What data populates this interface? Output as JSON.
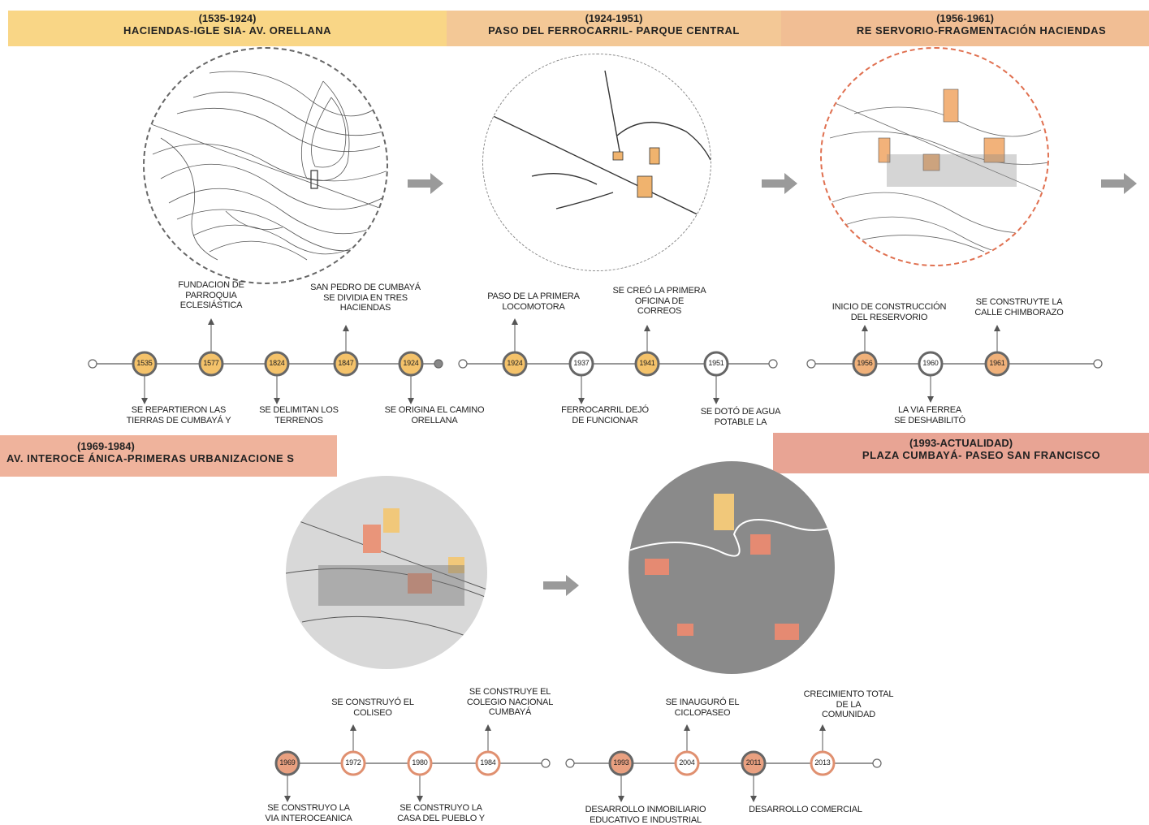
{
  "colors": {
    "banner1": "#f9d686",
    "banner2": "#f3c896",
    "banner3": "#f1be94",
    "banner4": "#efb39c",
    "banner5": "#e8a494",
    "node_fill_1": "#f4c26a",
    "node_fill_2": "#f0b17a",
    "node_fill_3": "#e9a080",
    "line": "#777777",
    "arrow": "#9a9a9a"
  },
  "periods": [
    {
      "years": "(1535-1924)",
      "name": "HACIENDAS-IGLE SIA- AV. ORELLANA"
    },
    {
      "years": "(1924-1951)",
      "name": "PASO DEL FERROCARRIL- PARQUE CENTRAL"
    },
    {
      "years": "(1956-1961)",
      "name": "RE SERVORIO-FRAGMENTACIÓN HACIENDAS"
    },
    {
      "years": "(1969-1984)",
      "name": "AV. INTEROCE ÁNICA-PRIMERAS URBANIZACIONE S"
    },
    {
      "years": "(1993-ACTUALIDAD)",
      "name": "PLAZA CUMBAYÁ- PASEO SAN FRANCISCO"
    }
  ],
  "timeline1": {
    "nodes": [
      "1535",
      "1577",
      "1824",
      "1847",
      "1924"
    ],
    "events_above": [
      {
        "text": "FUNDACION DE\nPARROQUIA\nECLESIÁSTICA"
      },
      {
        "text": "SAN PEDRO DE CUMBAYÁ\nSE DIVIDIA EN TRES\nHACIENDAS"
      }
    ],
    "events_below": [
      {
        "text": "SE REPARTIERON LAS\nTIERRAS DE CUMBAYÁ Y"
      },
      {
        "text": "SE DELIMITAN LOS\nTERRENOS"
      },
      {
        "text": "SE ORIGINA EL CAMINO\nORELLANA"
      }
    ]
  },
  "timeline2": {
    "nodes": [
      "1924",
      "1937",
      "1941",
      "1951"
    ],
    "events_above": [
      {
        "text": "PASO DE LA PRIMERA\nLOCOMOTORA"
      },
      {
        "text": "SE CREÓ LA PRIMERA\nOFICINA DE\nCORREOS"
      }
    ],
    "events_below": [
      {
        "text": "FERROCARRIL DEJÓ\nDE FUNCIONAR"
      },
      {
        "text": "SE DOTÓ DE AGUA\nPOTABLE LA"
      }
    ]
  },
  "timeline3": {
    "nodes": [
      "1956",
      "1960",
      "1961"
    ],
    "events_above": [
      {
        "text": "INICIO DE CONSTRUCCIÓN\nDEL RESERVORIO"
      },
      {
        "text": "SE CONSTRUYTE LA\nCALLE CHIMBORAZO"
      }
    ],
    "events_below": [
      {
        "text": "LA VIA FERREA\nSE DESHABILITÓ"
      }
    ]
  },
  "timeline4": {
    "nodes": [
      "1969",
      "1972",
      "1980",
      "1984"
    ],
    "events_above": [
      {
        "text": "SE CONSTRUYÓ EL\nCOLISEO"
      },
      {
        "text": "SE CONSTRUYE EL\nCOLEGIO NACIONAL\nCUMBAYÁ"
      }
    ],
    "events_below": [
      {
        "text": "SE CONSTRUYO LA\nVIA INTEROCEANICA"
      },
      {
        "text": "SE CONSTRUYO LA\nCASA DEL PUEBLO Y"
      }
    ]
  },
  "timeline5": {
    "nodes": [
      "1993",
      "2004",
      "2011",
      "2013"
    ],
    "events_above": [
      {
        "text": "SE INAUGURÓ EL\nCICLOPASEO"
      },
      {
        "text": "CRECIMIENTO TOTAL\nDE LA\nCOMUNIDAD"
      }
    ],
    "events_below": [
      {
        "text": "DESARROLLO INMOBILIARIO\nEDUCATIVO E INDUSTRIAL"
      },
      {
        "text": "DESARROLLO COMERCIAL"
      }
    ]
  }
}
